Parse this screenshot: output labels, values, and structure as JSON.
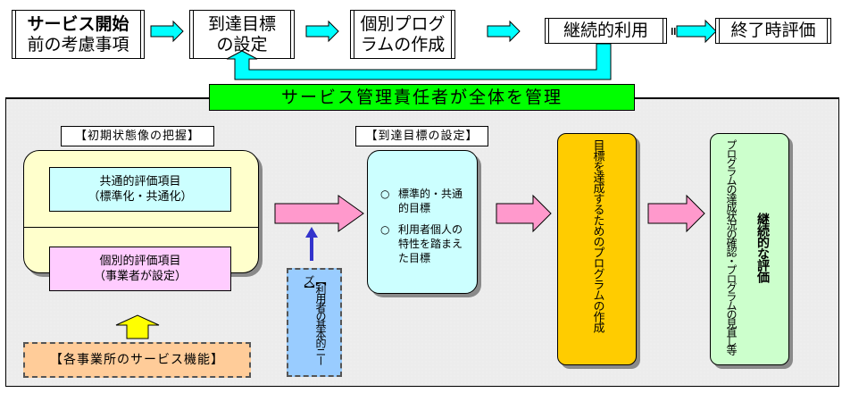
{
  "top_flow": {
    "steps": [
      {
        "line1": "サービス開始",
        "line2": "前の考慮事項"
      },
      {
        "line1": "到達目標",
        "line2": "の設定"
      },
      {
        "line1": "個別プログ",
        "line2": "ラムの作成"
      },
      {
        "line1": "継続的利用",
        "line2": ""
      },
      {
        "line1": "終了時評価",
        "line2": ""
      }
    ],
    "feedback_arrow": {
      "from": "継続的利用",
      "to": "到達目標の設定"
    }
  },
  "banner": {
    "text": "サービス管理責任者が全体を管理"
  },
  "initial_state": {
    "header": "【初期状態像の把握】",
    "common_items": {
      "line1": "共通的評価項目",
      "line2": "（標準化・共通化）"
    },
    "individual_items": {
      "line1": "個別的評価項目",
      "line2": "（事業者が設定）"
    },
    "source": "【各事業所のサービス機能】"
  },
  "user_needs": {
    "text": "【利用者の基本的ニーズ】"
  },
  "goal_setting": {
    "header": "【到達目標の設定】",
    "items": [
      {
        "bullet": "○",
        "text": "標準的・共通的目標"
      },
      {
        "bullet": "○",
        "text": "利用者個人の特性を踏まえた目標"
      }
    ]
  },
  "program_creation": {
    "text": "目標を達成するためのプログラムの作成"
  },
  "continuous_eval": {
    "sub_text": "プログラムの達成状況の確認・プログラムの見直し等",
    "title": "継続的な評価"
  },
  "colors": {
    "cyan_arrow": "#00ffff",
    "banner_green": "#00ff00",
    "pink_arrow": "#ff99cc",
    "yellow_box": "#ffcc00",
    "green_box": "#ccffcc",
    "cream_box": "#ffffcc",
    "light_cyan": "#ccffff",
    "light_pink": "#ffccff",
    "orange_dashed": "#ffcc99",
    "blue_dashed": "#99ccff",
    "blue_arrow": "#3333cc"
  }
}
